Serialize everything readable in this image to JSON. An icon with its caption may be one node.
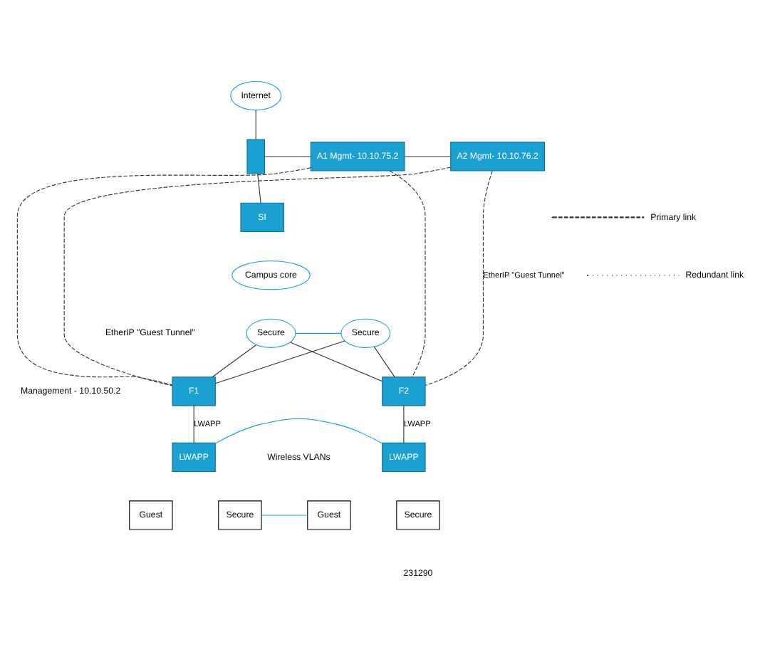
{
  "diagram": {
    "nodes": [
      {
        "text": [
          "Internet"
        ]
      },
      {
        "text": [],
        "shape": "box"
      },
      {
        "text": [
          "SI"
        ]
      },
      {
        "text": [
          "Campus core"
        ]
      },
      {
        "text": [
          "A1 Mgmt- 10.10.75.2"
        ]
      },
      {
        "text": [
          "A2 Mgmt- 10.10.76.2"
        ]
      },
      {
        "text": [
          "Secure"
        ]
      },
      {
        "text": [
          "Secure"
        ]
      },
      {
        "text": [
          "F1"
        ]
      },
      {
        "text": [
          "F2"
        ]
      },
      {
        "text": [
          "LWAPP"
        ]
      },
      {
        "text": [
          "LWAPP"
        ]
      },
      {
        "text": [
          "Guest"
        ]
      },
      {
        "text": [
          "Secure"
        ]
      },
      {
        "text": [
          "Guest"
        ]
      },
      {
        "text": [
          "Secure"
        ]
      }
    ],
    "edges": [
      {
        "from": 0,
        "to": 1,
        "arrow": "none"
      },
      {
        "from": 1,
        "to": 4,
        "arrow": "none"
      },
      {
        "from": 4,
        "to": 5,
        "arrow": "none"
      },
      {
        "from": 1,
        "to": 2,
        "arrow": "none"
      },
      {
        "from": 6,
        "to": 7,
        "arrow": "none",
        "color": "#1ba1d1"
      },
      {
        "from": 6,
        "to": 8,
        "arrow": "none"
      },
      {
        "from": 6,
        "to": 9,
        "arrow": "none"
      },
      {
        "from": 7,
        "to": 8,
        "arrow": "none"
      },
      {
        "from": 7,
        "to": 9,
        "arrow": "none"
      },
      {
        "from": 4,
        "to": 8,
        "arrow": "none",
        "style": "dashed"
      },
      {
        "from": 4,
        "to": 9,
        "arrow": "none",
        "style": "dashed"
      },
      {
        "from": 5,
        "to": 8,
        "arrow": "none",
        "style": "dashed"
      },
      {
        "from": 5,
        "to": 9,
        "arrow": "none",
        "style": "dashed",
        "label": "EtherIP \"Guest Tunnel\""
      },
      {
        "from": 8,
        "to": 10,
        "arrow": "none",
        "label": "LWAPP"
      },
      {
        "from": 9,
        "to": 11,
        "arrow": "none",
        "label": "LWAPP"
      },
      {
        "from": 10,
        "to": 11,
        "arrow": "none",
        "color": "#1ba1d1"
      },
      {
        "from": 13,
        "to": 14,
        "arrow": "none",
        "color": "#1ba1d1"
      }
    ],
    "labels": [
      "EtherIP \"Guest Tunnel\"",
      "Management - 10.10.50.2",
      "Wireless VLANs",
      "231290"
    ],
    "legend": [
      {
        "text": "Primary link"
      },
      {
        "text": "Redundant link"
      }
    ]
  }
}
